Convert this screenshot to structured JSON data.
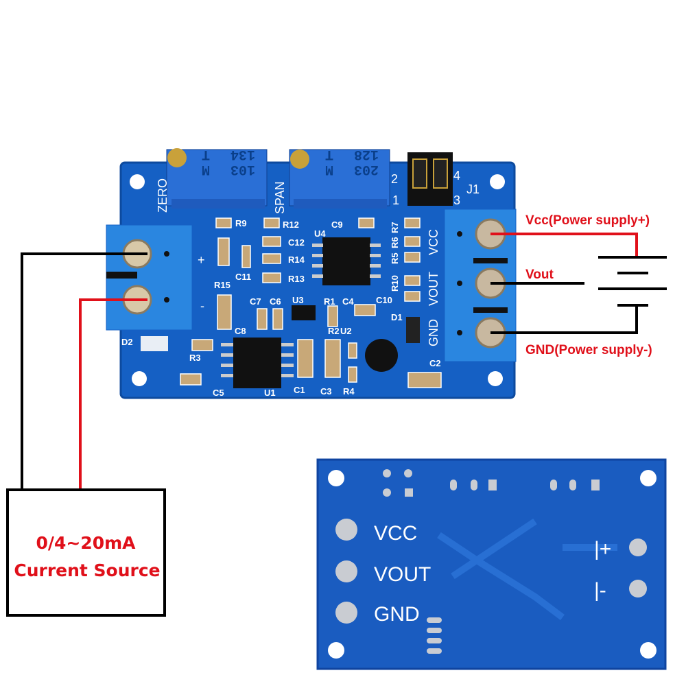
{
  "wiring": {
    "vcc_label": "Vcc(Power supply+)",
    "vout_label": "Vout",
    "gnd_label": "GND(Power supply-)",
    "source_line1": "0/4~20mA",
    "source_line2": "Current Source",
    "wire_colors": {
      "positive": "#e0101a",
      "negative": "#000000"
    }
  },
  "top_board": {
    "pot_zero": [
      "103",
      "134",
      "M",
      "T"
    ],
    "pot_span": [
      "203",
      "128",
      "M",
      "T"
    ],
    "zero_label": "ZERO",
    "span_label": "SPAN",
    "jumper": {
      "name": "J1",
      "pins": [
        "1",
        "2",
        "3",
        "4"
      ]
    },
    "input_plus": "+",
    "input_minus": "-",
    "out_pins": [
      "VCC",
      "VOUT",
      "GND"
    ],
    "refs": [
      "R9",
      "R12",
      "U4",
      "C9",
      "R7",
      "R6",
      "R5",
      "C12",
      "R14",
      "R13",
      "R10",
      "C10",
      "C11",
      "R15",
      "C7",
      "C6",
      "U3",
      "R1",
      "C4",
      "D1",
      "C8",
      "R2",
      "U2",
      "D2",
      "R3",
      "C5",
      "U1",
      "C1",
      "C3",
      "R4",
      "C2"
    ],
    "board_color": "#1560c4"
  },
  "bottom_board": {
    "pins": [
      "VCC",
      "VOUT",
      "GND"
    ],
    "plus": "|+",
    "minus": "|-"
  }
}
